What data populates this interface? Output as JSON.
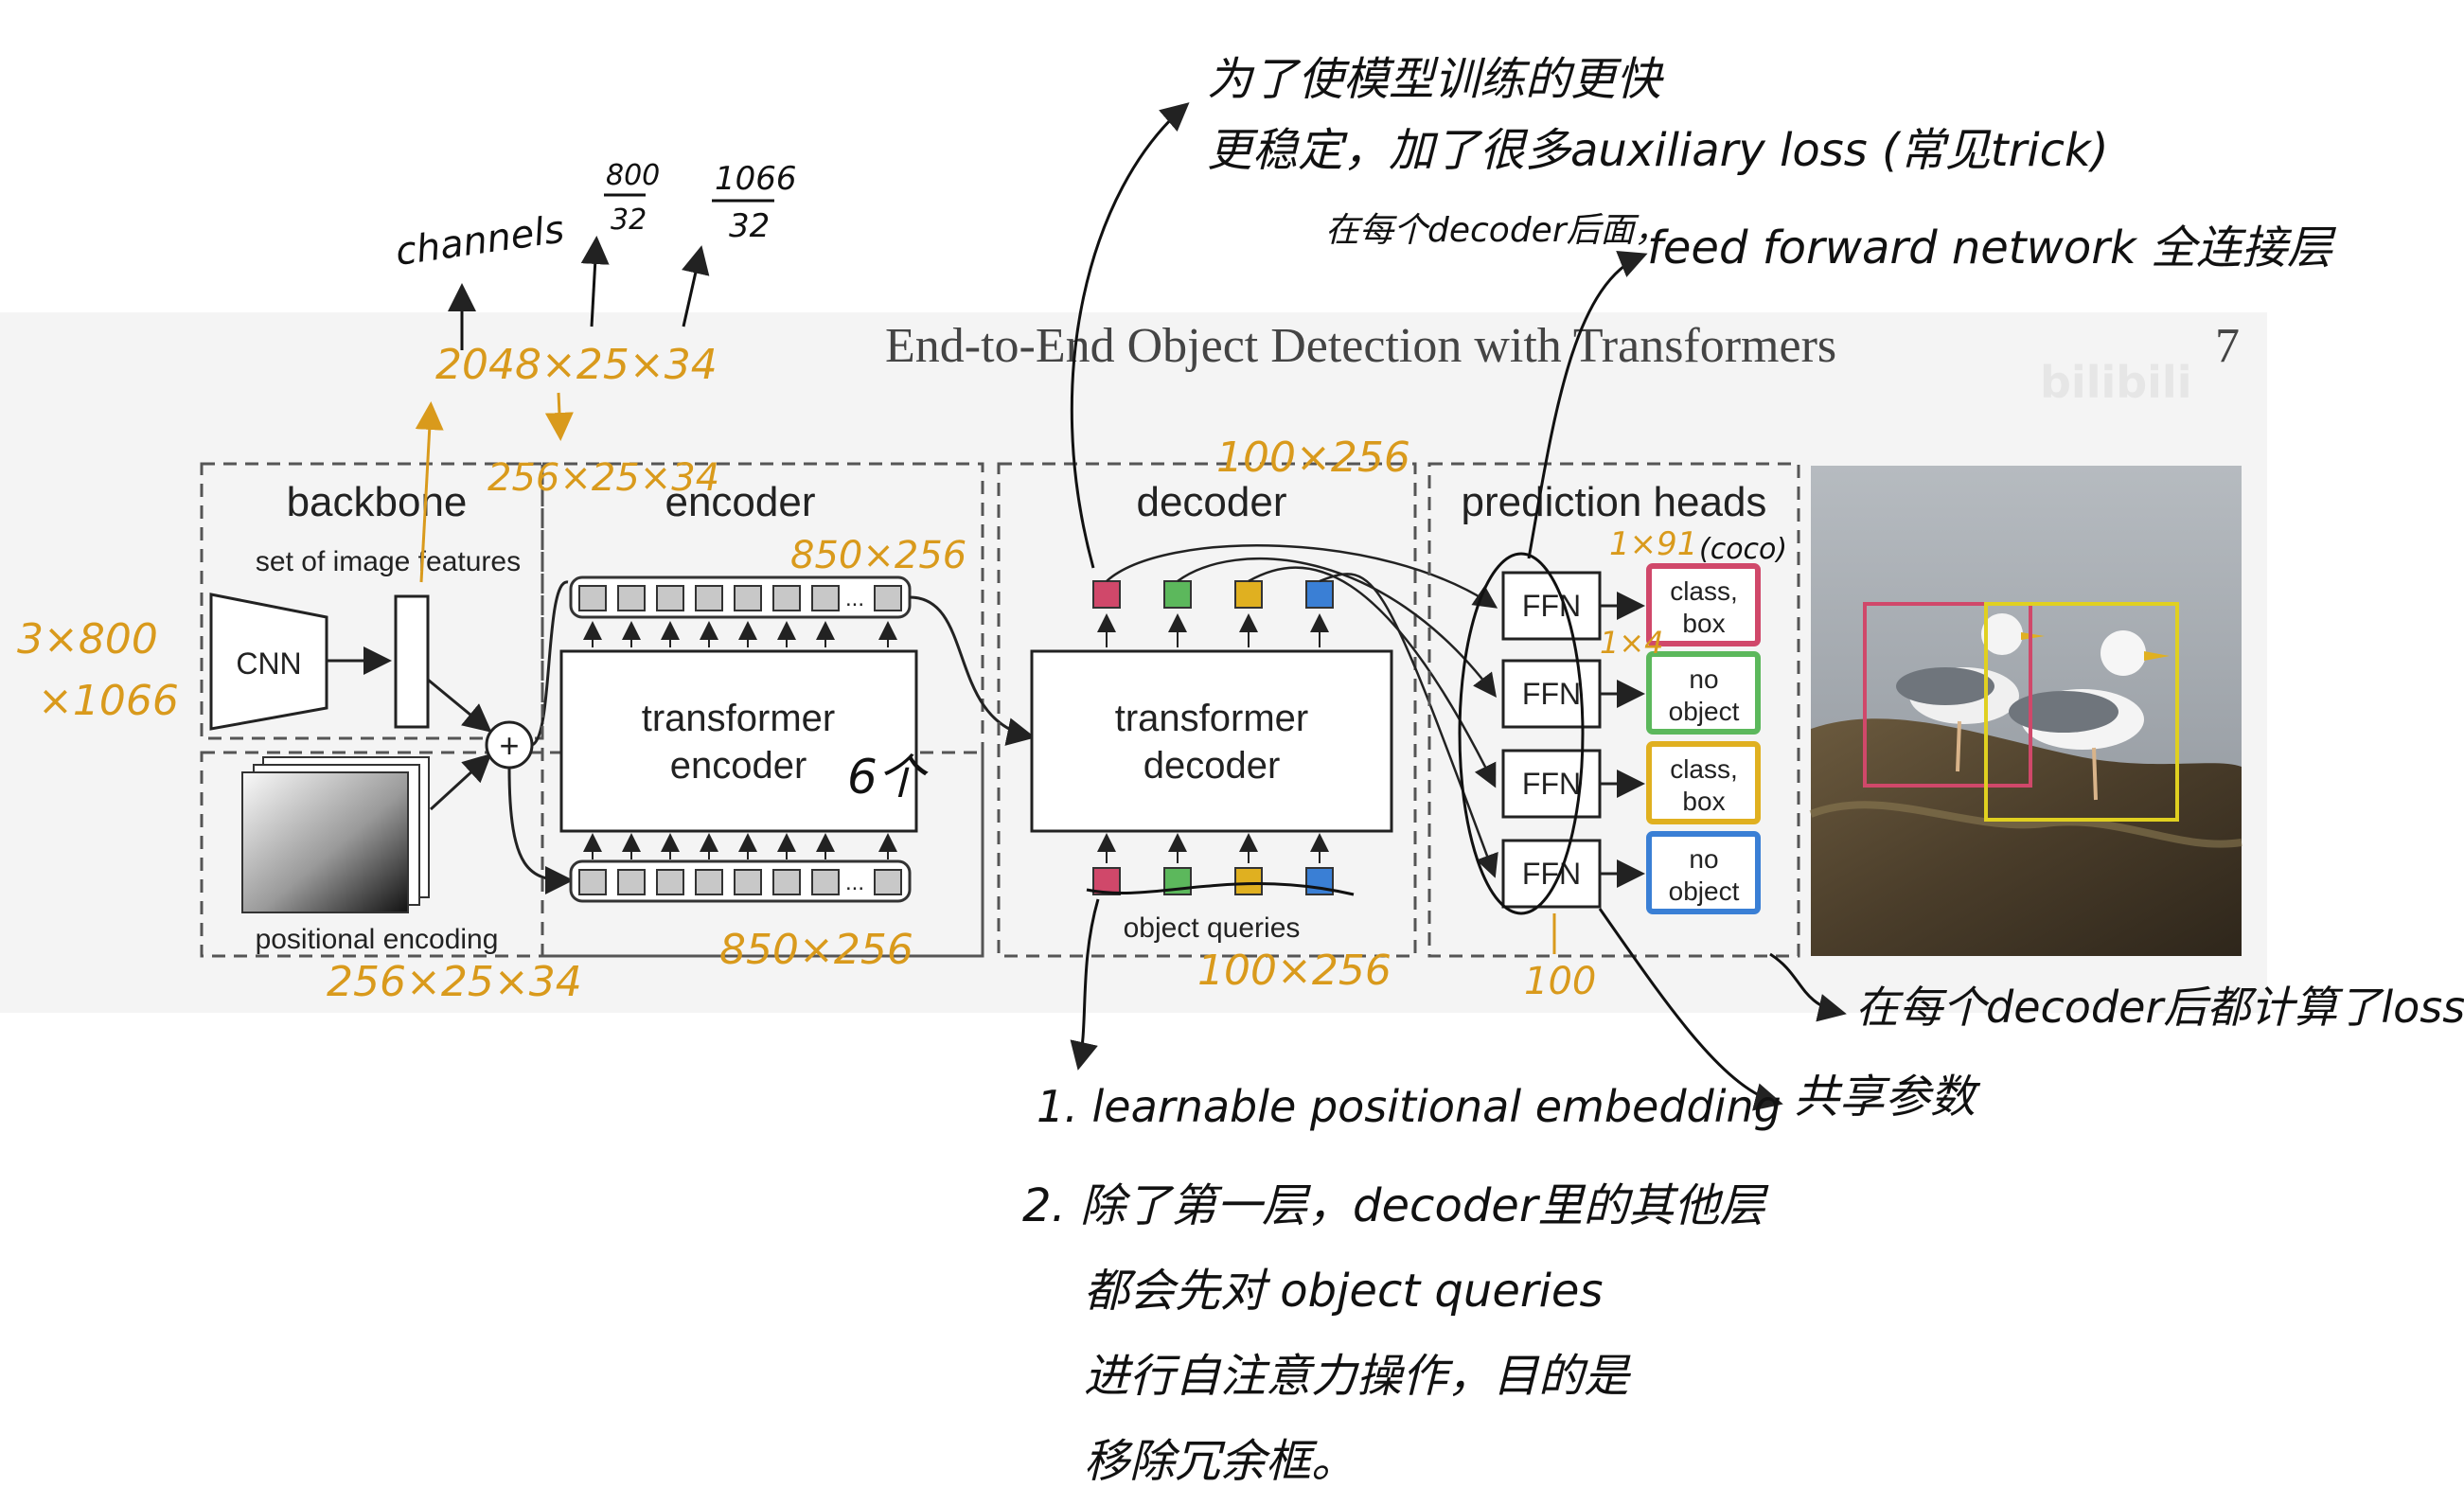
{
  "header": {
    "title": "End-to-End Object Detection with Transformers",
    "page_number": "7"
  },
  "watermark": "bilibili",
  "sections": {
    "backbone": {
      "title": "backbone",
      "features_label": "set of image features",
      "cnn_label": "CNN",
      "posenc_label": "positional encoding"
    },
    "encoder": {
      "title": "encoder",
      "block_label_1": "transformer",
      "block_label_2": "encoder",
      "ellipsis": "..."
    },
    "decoder": {
      "title": "decoder",
      "block_label_1": "transformer",
      "block_label_2": "decoder",
      "queries_label": "object queries"
    },
    "heads": {
      "title": "prediction heads",
      "ffn_label": "FFN",
      "outputs": [
        {
          "line1": "class,",
          "line2": "box",
          "color": "#d0486a"
        },
        {
          "line1": "no",
          "line2": "object",
          "color": "#5cb85c"
        },
        {
          "line1": "class,",
          "line2": "box",
          "color": "#e0b020"
        },
        {
          "line1": "no",
          "line2": "object",
          "color": "#3a7fd5"
        }
      ]
    }
  },
  "query_colors": [
    "#d0486a",
    "#5cb85c",
    "#e0b020",
    "#3a7fd5"
  ],
  "annotations_orange": {
    "input_dim_1": "3×800",
    "input_dim_2": "×1066",
    "feature_dims": "2048×25×34",
    "reduced_dims": "256×25×34",
    "posenc_dims": "256×25×34",
    "enc_out_dims": "850×256",
    "enc_in_dims": "850×256",
    "dec_top_dims": "100×256",
    "dec_bottom_dims": "100×256",
    "head_dims_1": "1×91",
    "head_dims_2": "1×4",
    "heads_count": "100"
  },
  "annotations_black": {
    "channels": "channels",
    "frac1_num": "800",
    "frac1_den": "32",
    "frac2_num": "1066",
    "frac2_den": "32",
    "encoder_layers": "6个",
    "coco": "(coco)",
    "aux_loss_1": "为了使模型训练的更快",
    "aux_loss_2": "更稳定，加了很多auxiliary loss (常见trick)",
    "aux_loss_3": "在每个decoder后面，",
    "ffn_note": "feed forward network 全连接层",
    "loss_note": "在每个decoder后都计算了loss",
    "shared_params": "共享参数",
    "query_note_1": "1. learnable positional embedding",
    "query_note_2": "2. 除了第一层，decoder里的其他层",
    "query_note_3": "都会先对 object queries",
    "query_note_4": "进行自注意力操作，目的是",
    "query_note_5": "移除冗余框。"
  }
}
